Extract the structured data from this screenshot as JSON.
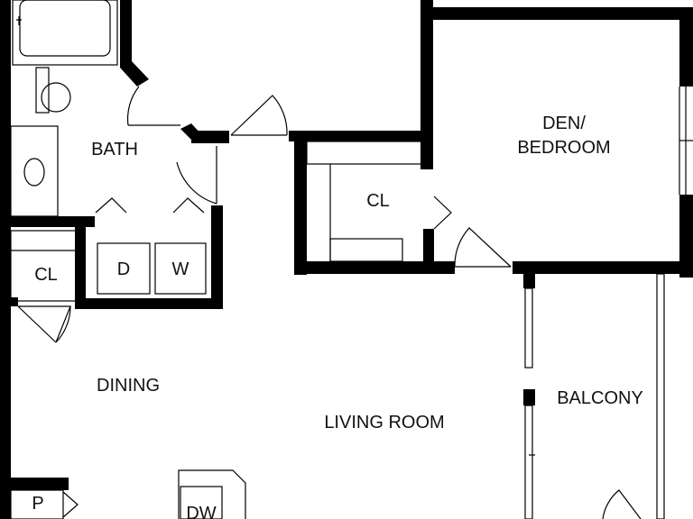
{
  "rooms": {
    "bath": "BATH",
    "den_bedroom_line1": "DEN/",
    "den_bedroom_line2": "BEDROOM",
    "closet_den": "CL",
    "closet_entry": "CL",
    "dining": "DINING",
    "living_room": "LIVING ROOM",
    "balcony": "BALCONY"
  },
  "appliances": {
    "dryer": "D",
    "washer": "W",
    "dishwasher": "DW",
    "pantry": "P"
  },
  "colors": {
    "wall": "#000000",
    "background": "#ffffff",
    "label": "#111111"
  }
}
